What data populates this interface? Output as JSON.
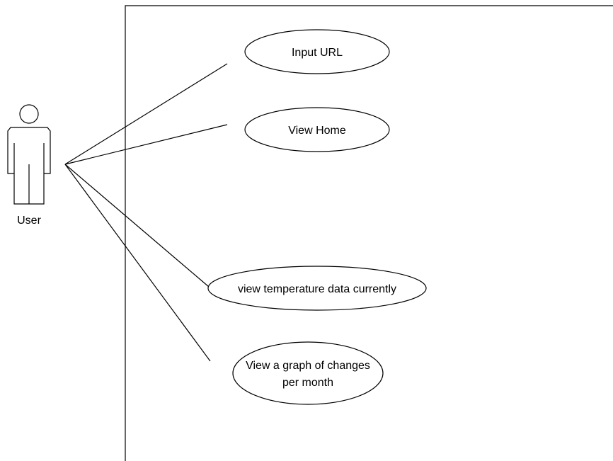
{
  "actor": {
    "label": "User"
  },
  "use_cases": [
    {
      "lines": [
        "Input URL"
      ]
    },
    {
      "lines": [
        "View Home"
      ]
    },
    {
      "lines": [
        "view temperature data currently"
      ]
    },
    {
      "lines": [
        "View a graph of changes",
        "per month"
      ]
    }
  ],
  "colors": {
    "stroke": "#000000",
    "background": "#ffffff"
  }
}
